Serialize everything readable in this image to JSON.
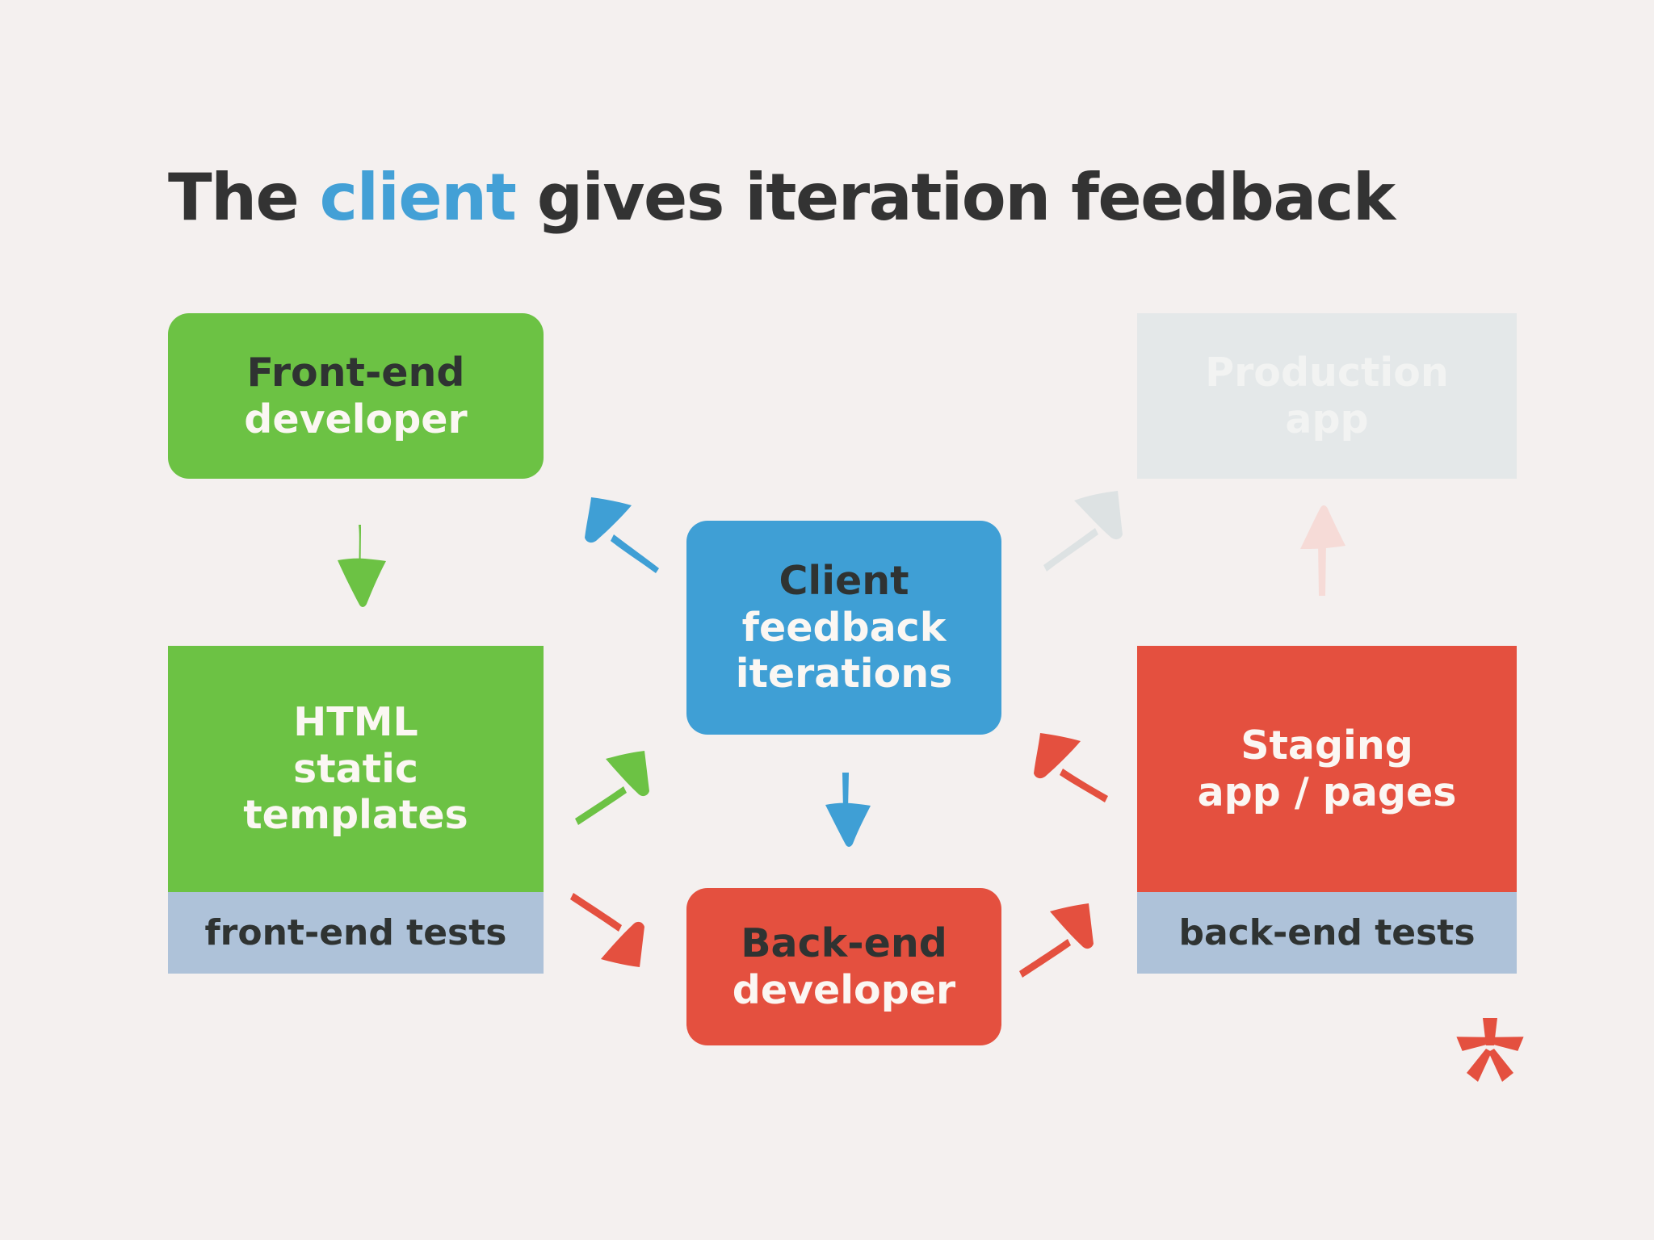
{
  "slide": {
    "background_color": "#f4f0ef",
    "title": {
      "before": "The ",
      "highlight": "client",
      "after": " gives iteration feedback",
      "highlight_color": "#43a0d6",
      "text_color": "#333333",
      "full_text": "The client gives iteration feedback"
    }
  },
  "nodes": {
    "frontend_dev": {
      "line1": "Front-end",
      "line2": "developer",
      "color": "#6cc244",
      "shape": "rounded"
    },
    "html_templates": {
      "line1": "HTML",
      "line2": "static",
      "line3": "templates",
      "color": "#6cc244",
      "shape": "square"
    },
    "frontend_tests": {
      "label": "front-end tests",
      "color": "#aec2d9"
    },
    "client_feedback": {
      "line1": "Client",
      "line2": "feedback",
      "line3": "iterations",
      "color": "#3f9fd5",
      "shape": "rounded"
    },
    "backend_dev": {
      "line1": "Back-end",
      "line2": "developer",
      "color": "#e4503f",
      "shape": "rounded"
    },
    "production_app": {
      "line1": "Production",
      "line2": "app",
      "color": "#e4e8e9",
      "shape": "square",
      "state": "faded"
    },
    "staging_app": {
      "line1": "Staging",
      "line2": "app / pages",
      "color": "#e4503f",
      "shape": "square"
    },
    "backend_tests": {
      "label": "back-end tests",
      "color": "#aec2d9"
    }
  },
  "arrows": {
    "green_down": {
      "color": "#6cc244",
      "direction": "down",
      "from": "frontend_dev",
      "to": "html_templates"
    },
    "green_diagonal": {
      "color": "#6cc244",
      "direction": "up-right",
      "from": "html_templates",
      "to": "client_feedback"
    },
    "blue_up_left": {
      "color": "#3f9fd5",
      "direction": "up-left",
      "from": "client_feedback",
      "to": "frontend_dev"
    },
    "blue_down": {
      "color": "#3f9fd5",
      "direction": "down",
      "from": "client_feedback",
      "to": "backend_dev"
    },
    "red_down_right": {
      "color": "#e4503f",
      "direction": "down-right",
      "from": "frontend_tests",
      "to": "backend_dev"
    },
    "red_up_right": {
      "color": "#e4503f",
      "direction": "up-right",
      "from": "backend_dev",
      "to": "backend_tests"
    },
    "red_up_left": {
      "color": "#e4503f",
      "direction": "up-left",
      "from": "staging_app",
      "to": "client_feedback"
    },
    "ghost_gray_up_right": {
      "color": "#dde2e3",
      "direction": "up-right",
      "from": "client_feedback",
      "to": "production_app",
      "state": "faded"
    },
    "ghost_pink_up": {
      "color": "#f7dcd8",
      "direction": "up",
      "from": "staging_app",
      "to": "production_app",
      "state": "faded"
    }
  },
  "marks": {
    "asterisk": {
      "glyph": "*",
      "color": "#e4503f"
    }
  }
}
